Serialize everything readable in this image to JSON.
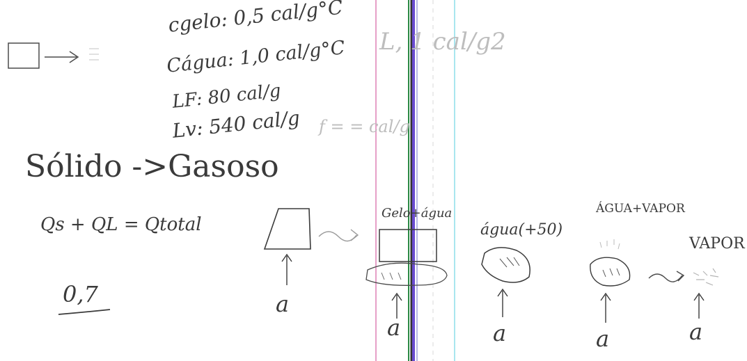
{
  "notes": {
    "c_gelo": "cgelo: 0,5 cal/g°C",
    "c_agua": "Cágua: 1,0 cal/g°C",
    "lf": "LF: 80 cal/g",
    "lv": "Lv: 540 cal/g",
    "ghost_top": "L, 1 cal/g2",
    "ghost_mid": "f = = cal/g",
    "title": "Sólido ->Gasoso",
    "equation": "Qs + QL = Qtotal",
    "answer": "0,7"
  },
  "diagram": {
    "label_gelo_agua": "Gelo+água",
    "label_agua": "água(+50)",
    "label_agua_vapor": "ÁGUA+VAPOR",
    "label_vapor": "VAPOR",
    "arrow_label": "a"
  },
  "colors": {
    "ink": "#3a3a3a",
    "faint_ink": "#bdbdbd",
    "margin_pink": "#e6a0c8",
    "margin_cyan": "#a9e6ef",
    "binder_purple": "#6a4bd0",
    "binder_green": "#2c8a45",
    "binder_dark": "#333333"
  }
}
